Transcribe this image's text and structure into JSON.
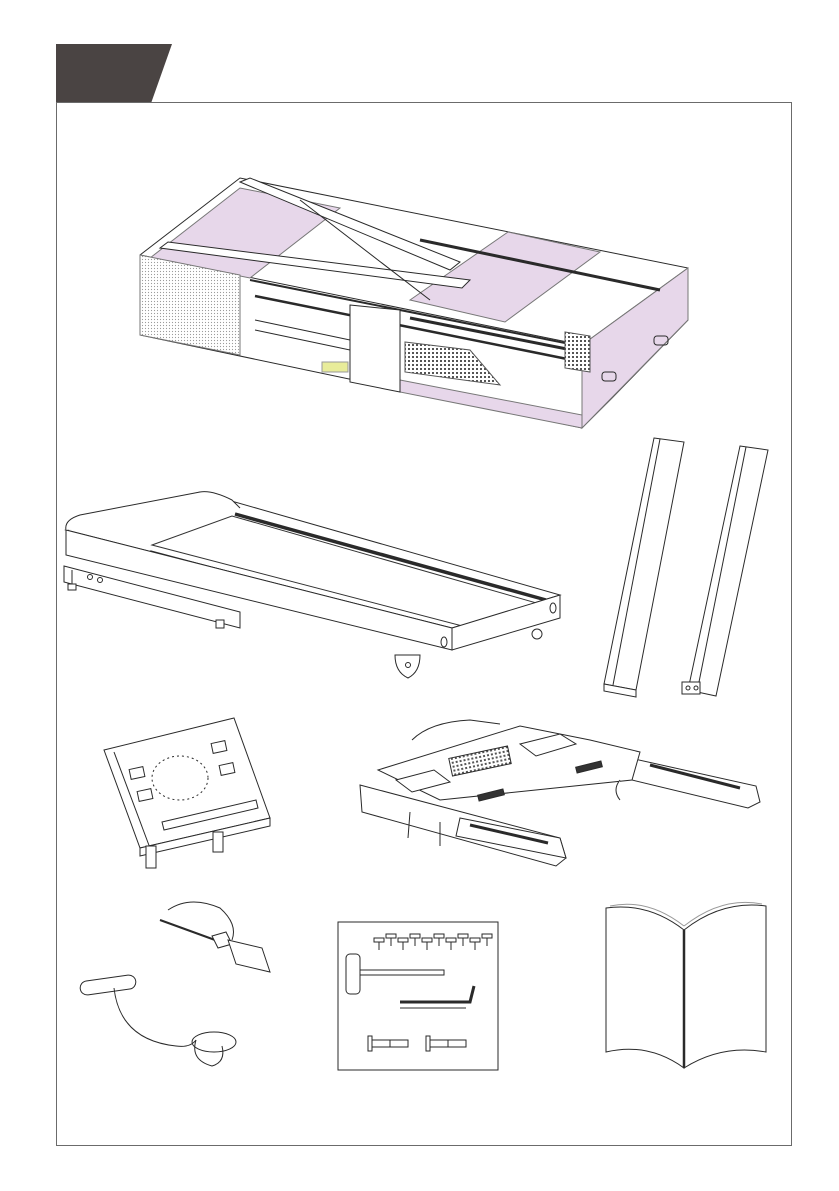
{
  "page": {
    "header_tab": {
      "color": "#4a4443"
    },
    "frame": {
      "border_color": "#6b6b6b"
    },
    "illustrations": [
      {
        "name": "packaging-box-illustration"
      },
      {
        "name": "treadmill-base-illustration"
      },
      {
        "name": "upright-posts-illustration"
      },
      {
        "name": "console-panel-illustration"
      },
      {
        "name": "handrail-frame-illustration"
      },
      {
        "name": "lubricant-bottle-illustration"
      },
      {
        "name": "safety-key-illustration"
      },
      {
        "name": "hardware-kit-illustration"
      },
      {
        "name": "user-manual-illustration"
      }
    ],
    "colors": {
      "foam": "#e7d7ea",
      "tape": "#e8ec9a",
      "line": "#2a2a2a"
    }
  }
}
